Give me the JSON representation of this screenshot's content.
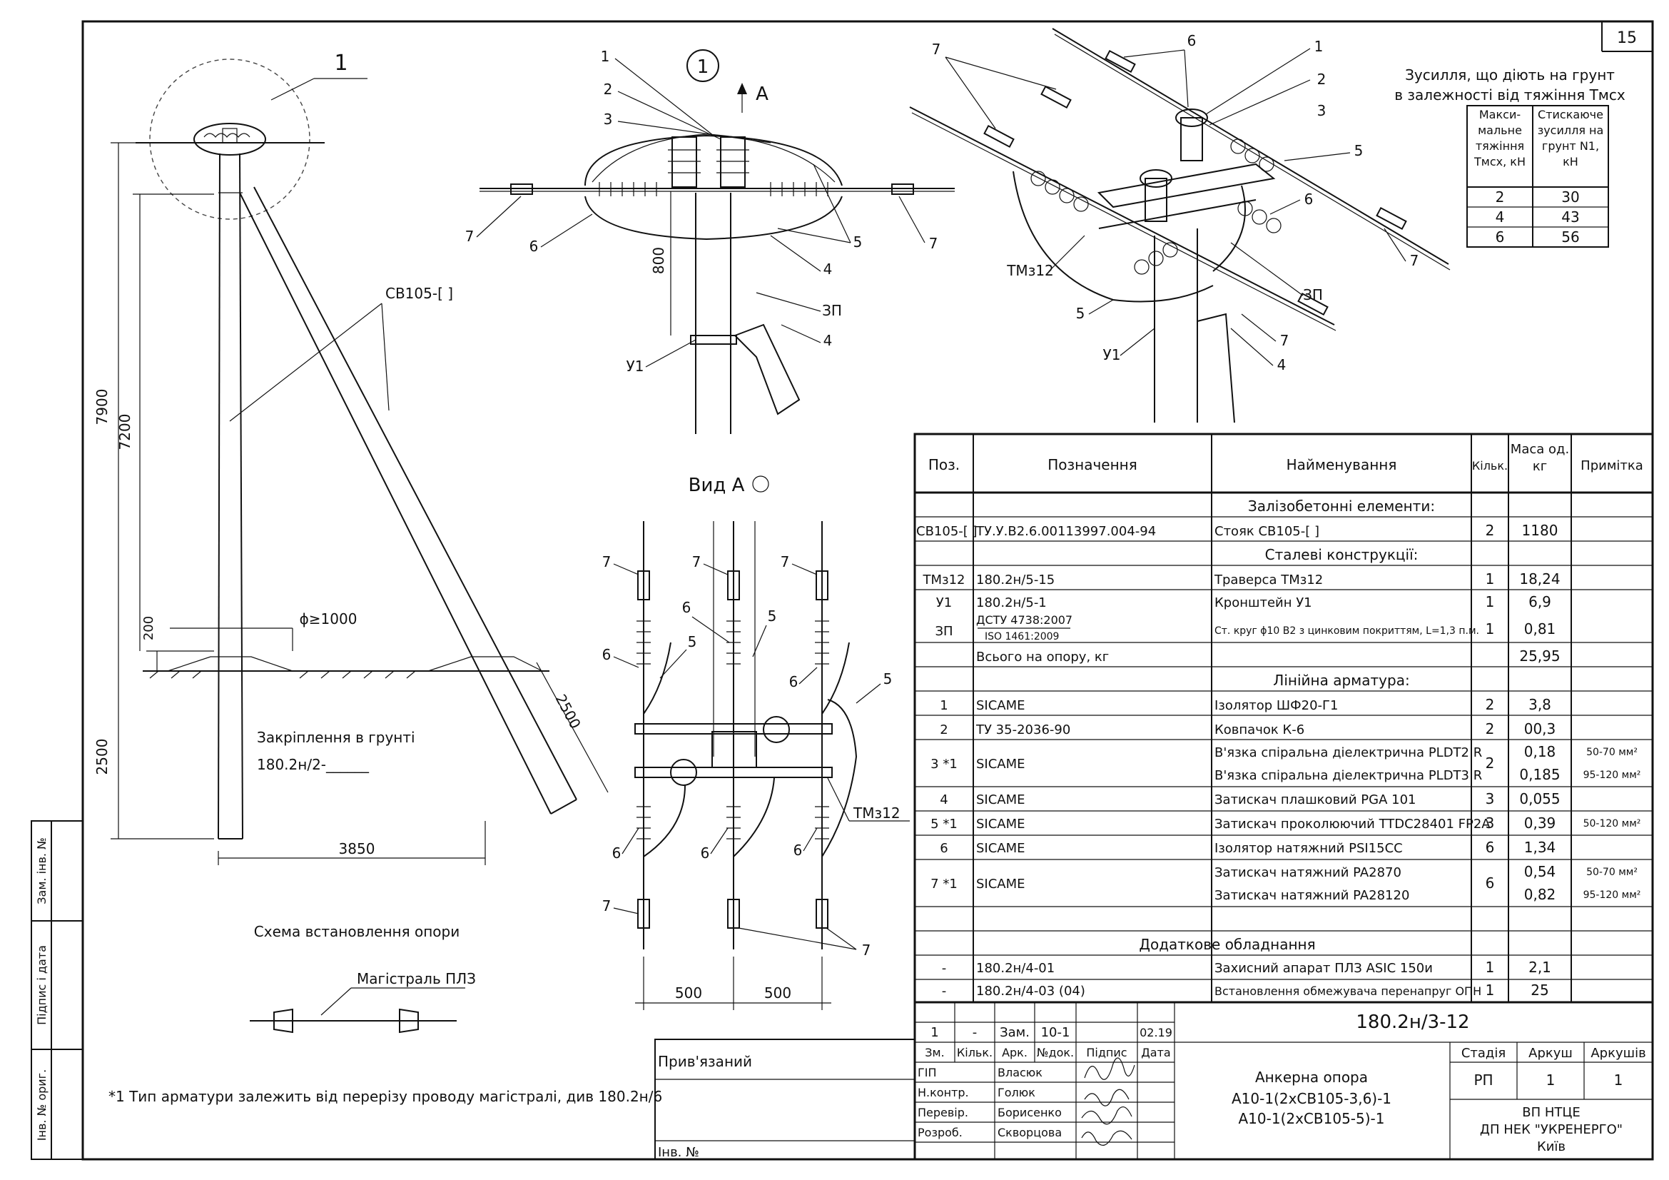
{
  "sheet_number": "15",
  "left_view": {
    "callout": "1",
    "pole_label": "СВ105-[    ]",
    "dim_7900": "7900",
    "dim_7200": "7200",
    "dim_200": "200",
    "dim_2500_v": "2500",
    "dim_diam": "ϕ≥1000",
    "dim_2500_inc": "2500",
    "dim_3850": "3850",
    "ground_fix_label": "Закріплення в грунті",
    "ground_fix_ref": "180.2н/2-______"
  },
  "scheme": {
    "title": "Схема встановлення опори",
    "mains_label": "Магістраль ПЛЗ"
  },
  "footnote": "*1 Тип арматури залежить від перерізу проводу магістралі, див 180.2н/6",
  "detail_1": {
    "callout": "1",
    "arrow_label": "А",
    "dim_800": "800",
    "labels": [
      "1",
      "2",
      "3",
      "4",
      "4",
      "4",
      "5",
      "5",
      "6",
      "7",
      "7",
      "ЗП",
      "У1"
    ]
  },
  "view_a": {
    "title": "Вид А",
    "dim_500_left": "500",
    "dim_500_right": "500",
    "traverse_label": "ТМз12",
    "labels": [
      "7",
      "7",
      "7",
      "6",
      "5",
      "5",
      "6",
      "5",
      "6",
      "6",
      "6",
      "6",
      "7",
      "7"
    ]
  },
  "iso_view": {
    "labels": [
      "7",
      "6",
      "1",
      "2",
      "3",
      "5",
      "6",
      "7",
      "ЗП",
      "7",
      "4",
      "5",
      "У1",
      "ТМз12"
    ]
  },
  "force_table": {
    "caption_line1": "Зусилля, що діють на грунт",
    "caption_line2": "в залежності від тяжіння Тмсх",
    "headers": [
      "Макси-мальне тяжіння Тмсх, кН",
      "Стискаюче зусилля на грунт N1, кН"
    ],
    "rows": [
      [
        "2",
        "30"
      ],
      [
        "4",
        "43"
      ],
      [
        "6",
        "56"
      ]
    ]
  },
  "spec_table": {
    "headers": [
      "Поз.",
      "Позначення",
      "Найменування",
      "Кільк.",
      "Маса од. кг",
      "Примітка"
    ],
    "sections": {
      "concrete": "Залізобетонні елементи:",
      "steel": "Сталеві конструкції:",
      "fittings": "Лінійна арматура:",
      "extra": "Додаткове обладнання"
    },
    "rows": [
      {
        "pos": "СВ105-[  ]",
        "des": "ТУ.У.В2.6.00113997.004-94",
        "name": "Стояк СВ105-[         ]",
        "qty": "2",
        "mass": "1180",
        "note": ""
      },
      {
        "pos": "ТМз12",
        "des": "180.2н/5-15",
        "name": "Траверса ТМз12",
        "qty": "1",
        "mass": "18,24",
        "note": ""
      },
      {
        "pos": "У1",
        "des": "180.2н/5-1",
        "name": "Кронштейн У1",
        "qty": "1",
        "mass": "6,9",
        "note": ""
      },
      {
        "pos": "ЗП",
        "des": "ДСТУ 4738:2007",
        "des2": "ISO 1461:2009",
        "name": "Ст. круг ϕ10 В2 з цинковим покриттям, L=1,3 п.м.",
        "qty": "1",
        "mass": "0,81",
        "note": ""
      },
      {
        "pos": "",
        "des": "Всього на опору, кг",
        "name": "",
        "qty": "",
        "mass": "25,95",
        "note": ""
      },
      {
        "pos": "1",
        "des": "SICAME",
        "name": "Ізолятор ШФ20-Г1",
        "qty": "2",
        "mass": "3,8",
        "note": ""
      },
      {
        "pos": "2",
        "des": "ТУ 35-2036-90",
        "name": "Ковпачок К-6",
        "qty": "2",
        "mass": "00,3",
        "note": ""
      },
      {
        "pos": "3 *1",
        "des": "SICAME",
        "name": "В'язка спіральна діелектрична PLDT2 R",
        "name2": "В'язка спіральна діелектрична PLDT3 R",
        "qty": "2",
        "mass": "0,18",
        "mass2": "0,185",
        "note": "50-70 мм²",
        "note2": "95-120 мм²"
      },
      {
        "pos": "4",
        "des": "SICAME",
        "name": "Затискач плашковий PGA 101",
        "qty": "3",
        "mass": "0,055",
        "note": ""
      },
      {
        "pos": "5 *1",
        "des": "SICAME",
        "name": "Затискач проколюючий TTDC28401 FP2A",
        "qty": "3",
        "mass": "0,39",
        "note": "50-120 мм²"
      },
      {
        "pos": "6",
        "des": "SICAME",
        "name": "Ізолятор натяжний PSI15CC",
        "qty": "6",
        "mass": "1,34",
        "note": ""
      },
      {
        "pos": "7 *1",
        "des": "SICAME",
        "name": "Затискач натяжний PA2870",
        "name2": "Затискач натяжний PA28120",
        "qty": "6",
        "mass": "0,54",
        "mass2": "0,82",
        "note": "50-70 мм²",
        "note2": "95-120 мм²"
      },
      {
        "pos": "-",
        "des": "180.2н/4-01",
        "name": "Захисний апарат ПЛЗ ASIC 150и",
        "qty": "1",
        "mass": "2,1",
        "note": ""
      },
      {
        "pos": "-",
        "des": "180.2н/4-03 (04)",
        "name": "Встановлення обмежувача перенапруг ОПН",
        "qty": "1",
        "mass": "25",
        "note": ""
      }
    ]
  },
  "title_block": {
    "doc_code": "180.2н/3-12",
    "rev_row": [
      "1",
      "-",
      "Зам.",
      "10-1",
      "",
      "02.19"
    ],
    "rev_headers": [
      "Зм.",
      "Кільк.",
      "Арк.",
      "№док.",
      "Підпис",
      "Дата"
    ],
    "staff": [
      {
        "role": "ГІП",
        "name": "Власюк"
      },
      {
        "role": "Н.контр.",
        "name": "Голюк"
      },
      {
        "role": "Перевір.",
        "name": "Борисенко"
      },
      {
        "role": "Розроб.",
        "name": "Скворцова"
      }
    ],
    "title_lines": [
      "Анкерна опора",
      "А10-1(2хСВ105-3,6)-1",
      "А10-1(2хСВ105-5)-1"
    ],
    "stage_label": "Стадія",
    "sheet_label": "Аркуш",
    "sheets_label": "Аркушів",
    "stage": "РП",
    "sheet": "1",
    "sheets": "1",
    "org_lines": [
      "ВП НТЦЕ",
      "ДП НЕК \"УКРЕНЕРГО\"",
      "Київ"
    ],
    "bound_label": "Прив'язаний",
    "inv_label": "Інв. №"
  },
  "side_stamp": [
    "Зам. інв. №",
    "Підпис і дата",
    "Інв. № ориг."
  ]
}
